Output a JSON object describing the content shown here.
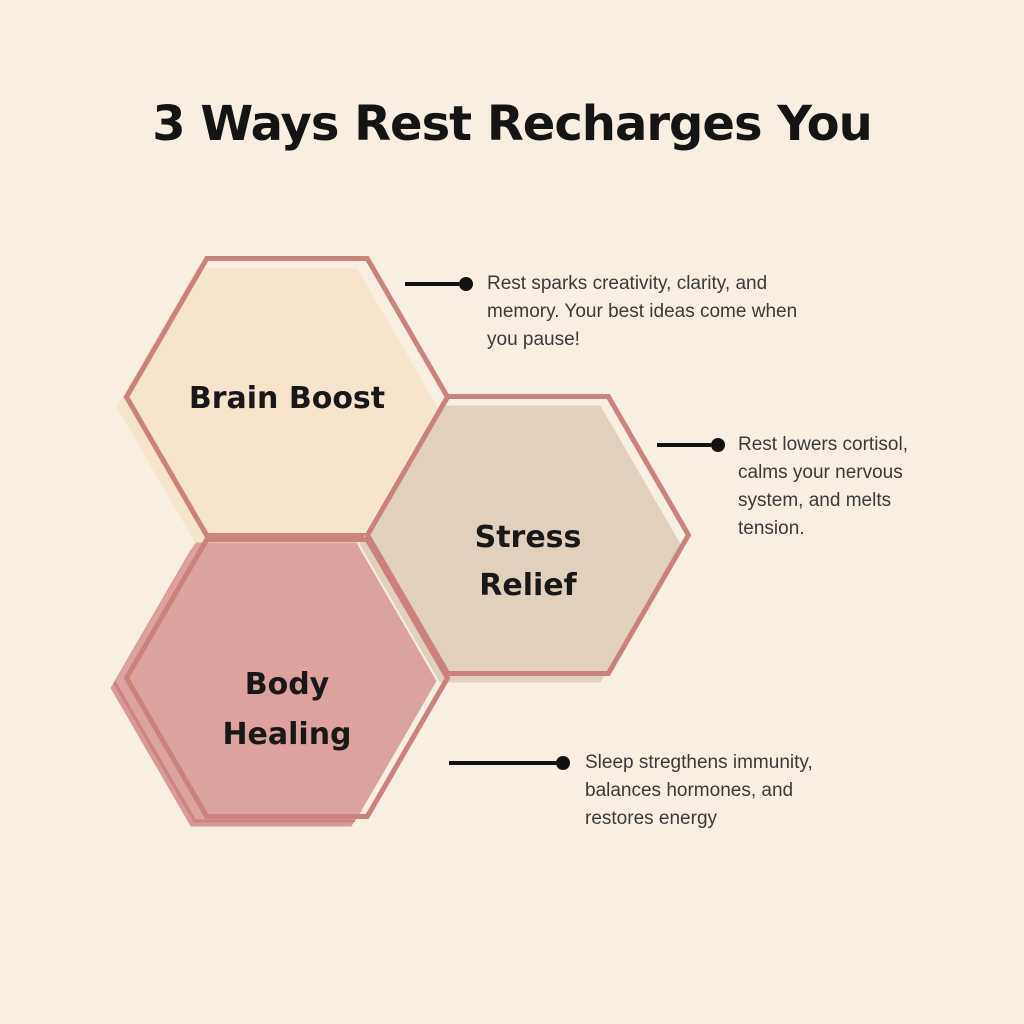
{
  "title": "3 Ways Rest Recharges You",
  "colors": {
    "background": "#f8efe2",
    "hex_outline": "#cb827d",
    "connector": "#111111",
    "brain_fill": "#f6e4cc",
    "stress_fill": "#e0d0bd",
    "body_fill": "#dca2a0",
    "body_shadow_outer": "#d79a96",
    "body_shadow_inner": "#cc8480"
  },
  "items": [
    {
      "label": "Brain Boost",
      "description": "Rest sparks creativity, clarity, and\nmemory. Your best ideas come when\nyou pause!"
    },
    {
      "label": "Stress\nRelief",
      "description": "Rest lowers cortisol,\ncalms your nervous\nsystem, and melts\ntension."
    },
    {
      "label": "Body\nHealing",
      "description": "Sleep stregthens immunity,\nbalances hormones, and\nrestores energy"
    }
  ]
}
